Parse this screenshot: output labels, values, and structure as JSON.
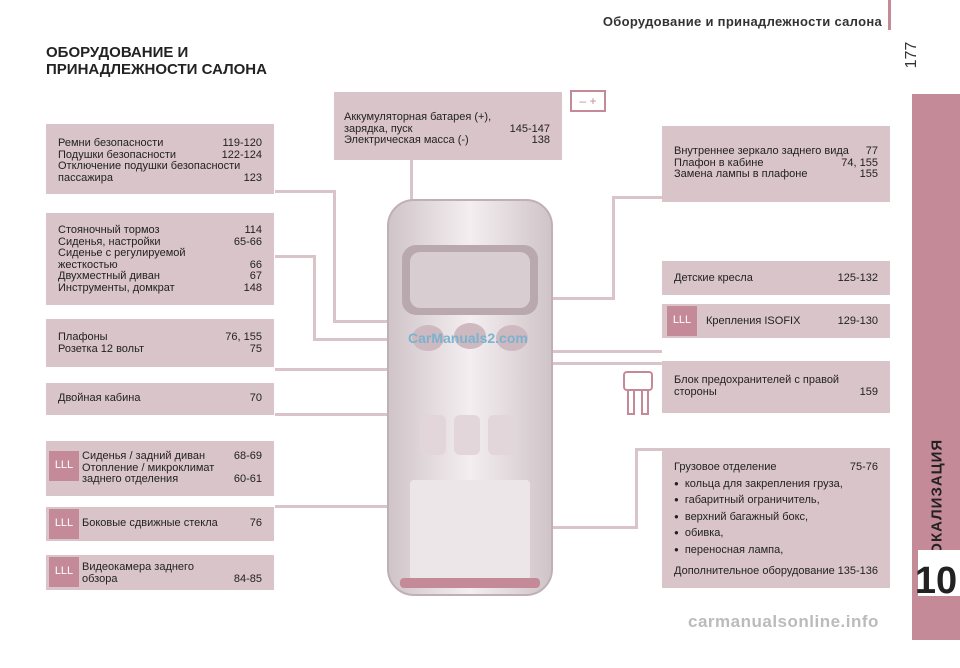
{
  "header": {
    "title": "Оборудование и принадлежности салона",
    "page": "177",
    "section": "ЛОКАЛИЗАЦИЯ",
    "chapter": "10"
  },
  "title_l1": "ОБОРУДОВАНИЕ И",
  "title_l2": "ПРИНАДЛЕЖНОСТИ САЛОНА",
  "battery": {
    "rows": [
      [
        "Аккумуляторная батарея (+),",
        ""
      ],
      [
        "зарядка, пуск",
        "145-147"
      ],
      [
        "Электрическая масса (-)",
        "138"
      ]
    ],
    "sym": "– +"
  },
  "left": [
    {
      "rows": [
        [
          "Ремни безопасности",
          "119-120"
        ],
        [
          "Подушки безопасности",
          "122-124"
        ],
        [
          "Отключение подушки безопасности",
          ""
        ],
        [
          "пассажира",
          "123"
        ]
      ]
    },
    {
      "rows": [
        [
          "Стояночный тормоз",
          "114"
        ],
        [
          "Сиденья, настройки",
          "65-66"
        ],
        [
          "Сиденье с регулируемой",
          ""
        ],
        [
          "жесткостью",
          "66"
        ],
        [
          "Двухместный диван",
          "67"
        ],
        [
          "Инструменты, домкрат",
          "148"
        ]
      ]
    },
    {
      "rows": [
        [
          "Плафоны",
          "76, 155"
        ],
        [
          "Розетка 12 вольт",
          "75"
        ]
      ]
    },
    {
      "rows": [
        [
          "Двойная кабина",
          "70"
        ]
      ]
    },
    {
      "rows": [
        [
          "Сиденья / задний диван",
          "68-69"
        ],
        [
          "Отопление / микроклимат",
          ""
        ],
        [
          "заднего отделения",
          "60-61"
        ]
      ]
    },
    {
      "rows": [
        [
          "Боковые сдвижные стекла",
          "76"
        ]
      ]
    },
    {
      "rows": [
        [
          "Видеокамера заднего",
          ""
        ],
        [
          "обзора",
          "84-85"
        ]
      ]
    }
  ],
  "right": [
    {
      "rows": [
        [
          "Внутреннее зеркало заднего вида",
          "77"
        ],
        [
          "Плафон в кабине",
          "74, 155"
        ],
        [
          "Замена лампы в плафоне",
          "155"
        ]
      ]
    },
    {
      "rows": [
        [
          "Детские кресла",
          "125-132"
        ]
      ]
    },
    {
      "rows": [
        [
          "Крепления ISOFIX",
          "129-130"
        ]
      ]
    },
    {
      "rows": [
        [
          "Блок предохранителей с правой",
          ""
        ],
        [
          "стороны",
          "159"
        ]
      ]
    }
  ],
  "cargo": {
    "head": [
      "Грузовое отделение",
      "75-76"
    ],
    "items": [
      "кольца для закрепления груза,",
      "габаритный ограничитель,",
      "верхний багажный бокс,",
      "обивка,",
      "переносная лампа,"
    ],
    "extra": [
      "Дополнительное оборудование",
      "135-136"
    ]
  },
  "icon_label": "LLL",
  "watermark": "CarManuals2.com",
  "watermark2": "carmanualsonline.info"
}
